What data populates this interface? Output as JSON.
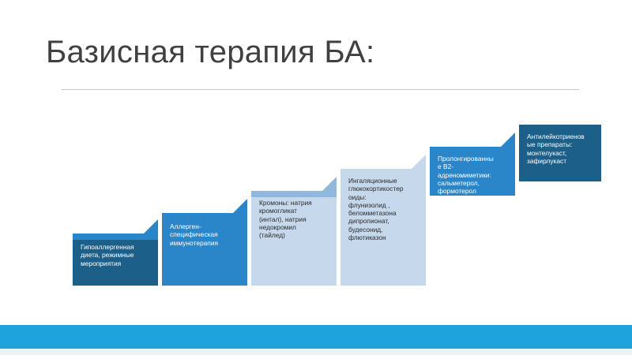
{
  "title": "Базисная терапия БА:",
  "colors": {
    "title_text": "#404040",
    "footer_bar": "#1ea3dd",
    "step_dark": "#1c5f88",
    "step_mid": "#2a86c9",
    "step_light": "#8fb8dc",
    "step_pale": "#c6d9ec",
    "step_text_light": "#ffffff",
    "step_text_dark": "#2b2b2b"
  },
  "steps": [
    {
      "label": "Гипоаллергенная\nдиета, режимные\nмероприятия"
    },
    {
      "label": "Аллерген-\nспецифическая\nиммунотерапия"
    },
    {
      "label": "Кромоны: натрия\nкромогликат\n(интал), натрия\nнедокромил\n(тайлед)"
    },
    {
      "label": "Ингаляционные\nглюкокортикостер\nоиды:\nфлунизолид ,\nбеломметазона\nдипропионат,\nбудесонид,\nфлютиказон"
    },
    {
      "label": "Пролонгированны\nе В2-\nадреномиметики:\nсальметерол,\nформотерол"
    },
    {
      "label": "Антилейкотриенов\nые препараты:\nмонтелукаст,\nзафирлукаст"
    }
  ]
}
